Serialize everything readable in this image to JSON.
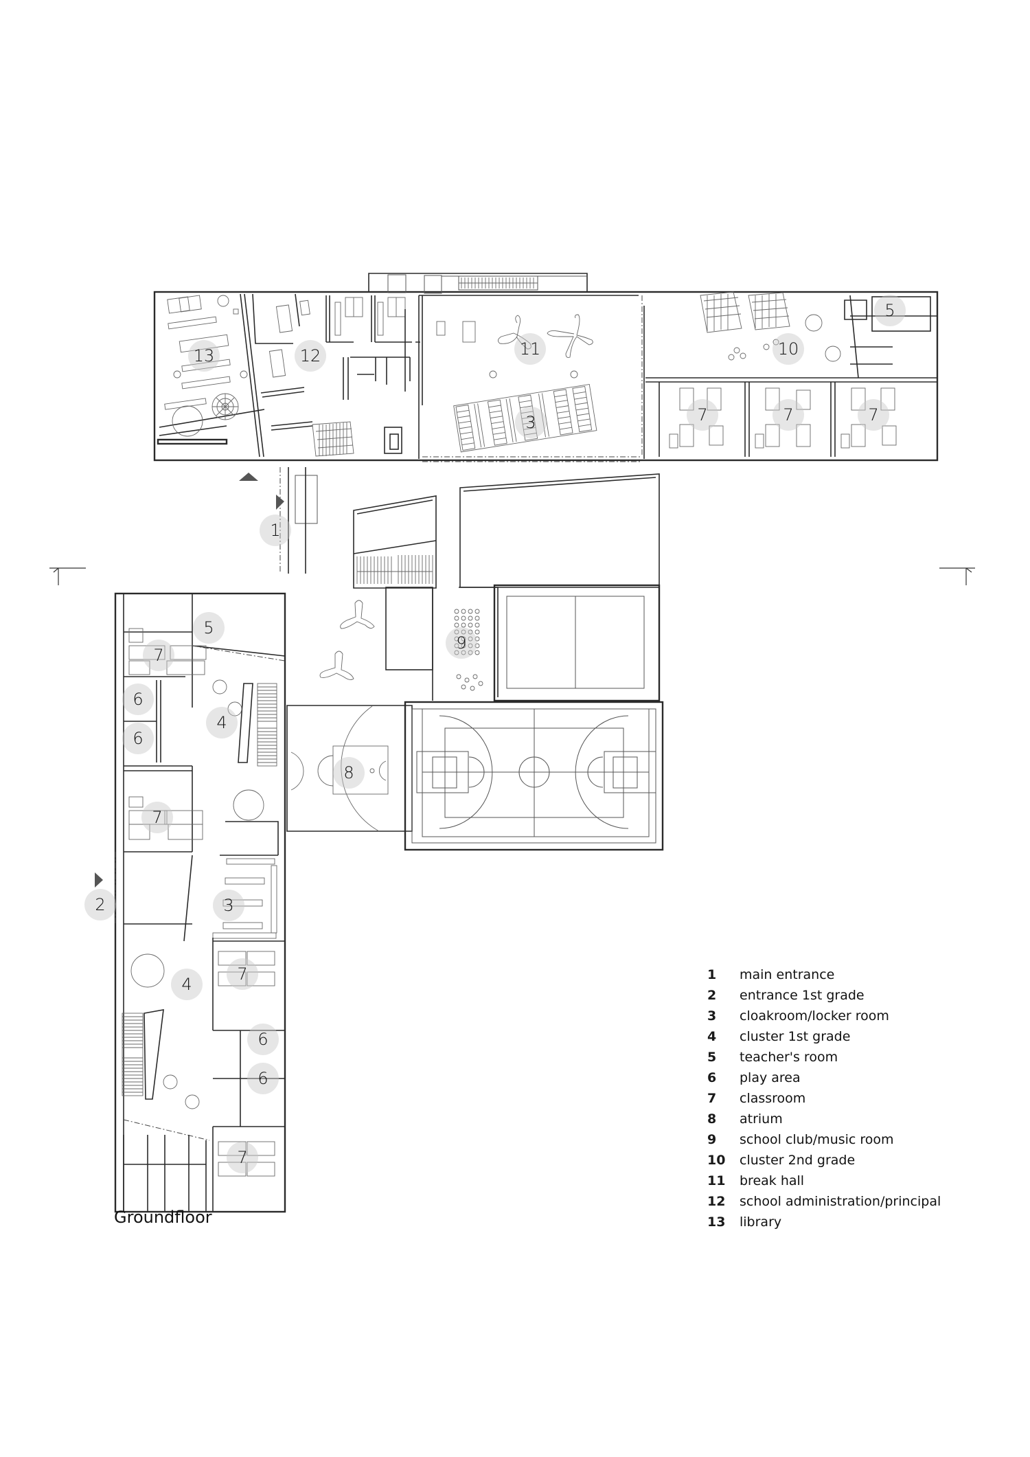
{
  "drawing": {
    "title": "Groundfloor",
    "type": "architectural floor plan",
    "section_markers": [
      "left section marker",
      "right section marker"
    ],
    "entrance_markers": [
      "main entrance arrow",
      "entrance arrow up",
      "entrance 1st grade arrow"
    ]
  },
  "room_labels": [
    {
      "id": "13",
      "room": "library"
    },
    {
      "id": "12",
      "room": "school administration/principal"
    },
    {
      "id": "11",
      "room": "break hall"
    },
    {
      "id": "3a",
      "num": "3",
      "room": "cloakroom/locker room (break hall)"
    },
    {
      "id": "10",
      "room": "cluster 2nd grade"
    },
    {
      "id": "5a",
      "num": "5",
      "room": "teacher's room (east)"
    },
    {
      "id": "7a",
      "num": "7"
    },
    {
      "id": "7b",
      "num": "7"
    },
    {
      "id": "7c",
      "num": "7"
    },
    {
      "id": "1",
      "room": "main entrance"
    },
    {
      "id": "9",
      "room": "school club/music room"
    },
    {
      "id": "5b",
      "num": "5"
    },
    {
      "id": "7d",
      "num": "7"
    },
    {
      "id": "6a",
      "num": "6"
    },
    {
      "id": "6b",
      "num": "6"
    },
    {
      "id": "4a",
      "num": "4"
    },
    {
      "id": "8",
      "room": "atrium"
    },
    {
      "id": "7e",
      "num": "7"
    },
    {
      "id": "2",
      "room": "entrance 1st grade"
    },
    {
      "id": "3b",
      "num": "3"
    },
    {
      "id": "4b",
      "num": "4"
    },
    {
      "id": "7f",
      "num": "7"
    },
    {
      "id": "6c",
      "num": "6"
    },
    {
      "id": "6d",
      "num": "6"
    },
    {
      "id": "7g",
      "num": "7"
    }
  ],
  "labels": {
    "l13": "13",
    "l12": "12",
    "l11": "11",
    "l3a": "3",
    "l10": "10",
    "l5a": "5",
    "l7a": "7",
    "l7b": "7",
    "l7c": "7",
    "l1": "1",
    "l9": "9",
    "l5b": "5",
    "l7d": "7",
    "l6a": "6",
    "l6b": "6",
    "l4a": "4",
    "l8": "8",
    "l7e": "7",
    "l2": "2",
    "l3b": "3",
    "l4b": "4",
    "l7f": "7",
    "l6c": "6",
    "l6d": "6",
    "l7g": "7"
  },
  "legend": [
    {
      "num": "1",
      "text": "main entrance"
    },
    {
      "num": "2",
      "text": "entrance 1st grade"
    },
    {
      "num": "3",
      "text": "cloakroom/locker room"
    },
    {
      "num": "4",
      "text": "cluster 1st grade"
    },
    {
      "num": "5",
      "text": "teacher's room"
    },
    {
      "num": "6",
      "text": "play area"
    },
    {
      "num": "7",
      "text": "classroom"
    },
    {
      "num": "8",
      "text": "atrium"
    },
    {
      "num": "9",
      "text": "school club/music room"
    },
    {
      "num": "10",
      "text": "cluster 2nd grade"
    },
    {
      "num": "11",
      "text": "break hall"
    },
    {
      "num": "12",
      "text": "school administration/principal"
    },
    {
      "num": "13",
      "text": "library"
    }
  ],
  "colors": {
    "wall": "#2a2a2a",
    "label_circle": "#d6d6d6",
    "background": "#ffffff",
    "marker": "#555555"
  }
}
